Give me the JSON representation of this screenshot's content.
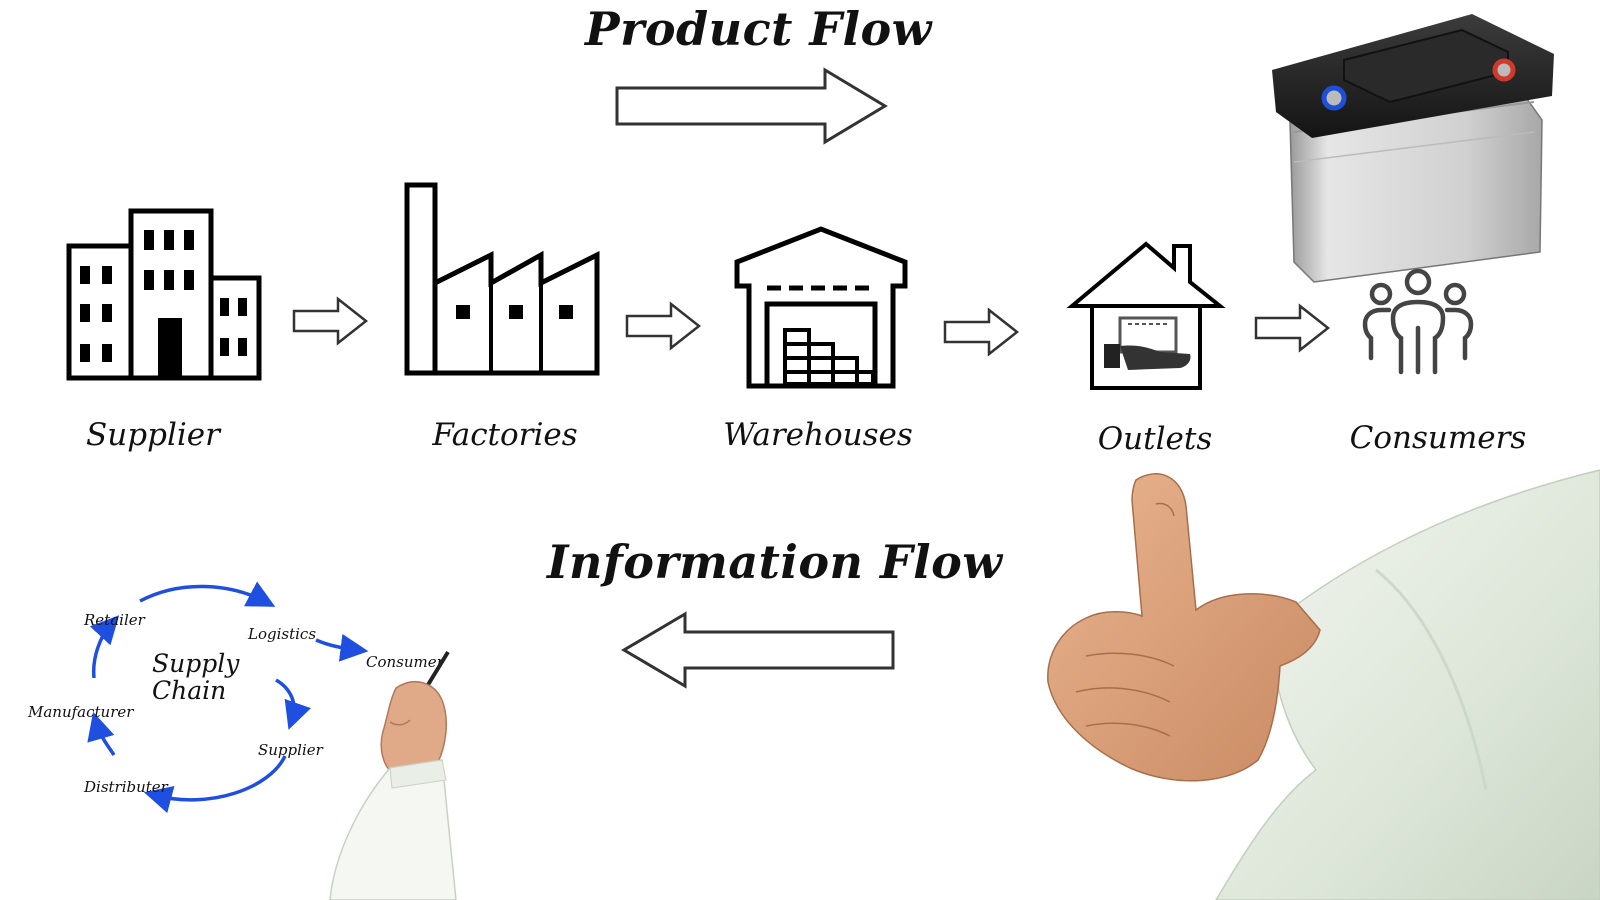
{
  "product_flow": {
    "title": "Product Flow",
    "direction": "right"
  },
  "information_flow": {
    "title": "Information Flow",
    "direction": "left"
  },
  "stages": [
    {
      "label": "Supplier",
      "icon": "office-buildings-icon"
    },
    {
      "label": "Factories",
      "icon": "factory-icon"
    },
    {
      "label": "Warehouses",
      "icon": "warehouse-icon"
    },
    {
      "label": "Outlets",
      "icon": "outlet-store-icon"
    },
    {
      "label": "Consumers",
      "icon": "people-group-icon"
    }
  ],
  "supply_chain_cycle": {
    "center_line1": "Supply",
    "center_line2": "Chain",
    "nodes": [
      "Retailer",
      "Logistics",
      "Consumer",
      "Supplier",
      "Distributer",
      "Manufacturer"
    ],
    "arrow_color": "#1f4fe0"
  },
  "decorations": {
    "battery": "car-battery-image",
    "pointing_hand": "pointing-hand-image",
    "writing_hand": "writing-hand-image"
  }
}
